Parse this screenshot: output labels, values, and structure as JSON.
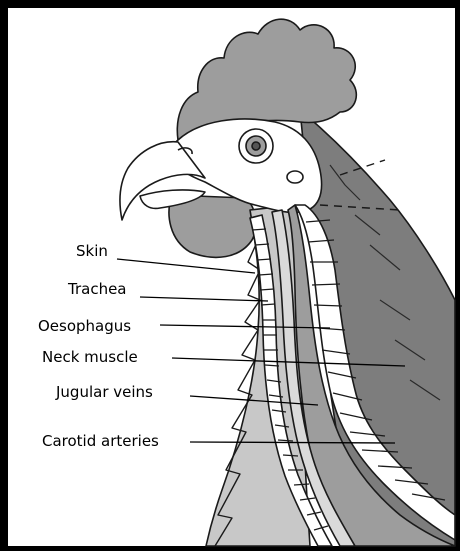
{
  "diagram": {
    "labels": {
      "skin": "Skin",
      "trachea": "Trachea",
      "oesophagus": "Oesophagus",
      "neck_muscle": "Neck muscle",
      "jugular_veins": "Jugular veins",
      "carotid_arteries": "Carotid arteries"
    }
  },
  "colors": {
    "frame": "#000000",
    "outline": "#1a1a1a",
    "dark_gray": "#7d7d7d",
    "medium_gray": "#9d9d9d",
    "light_gray": "#c8c8c8",
    "paler_gray": "#dadada",
    "white": "#ffffff"
  }
}
